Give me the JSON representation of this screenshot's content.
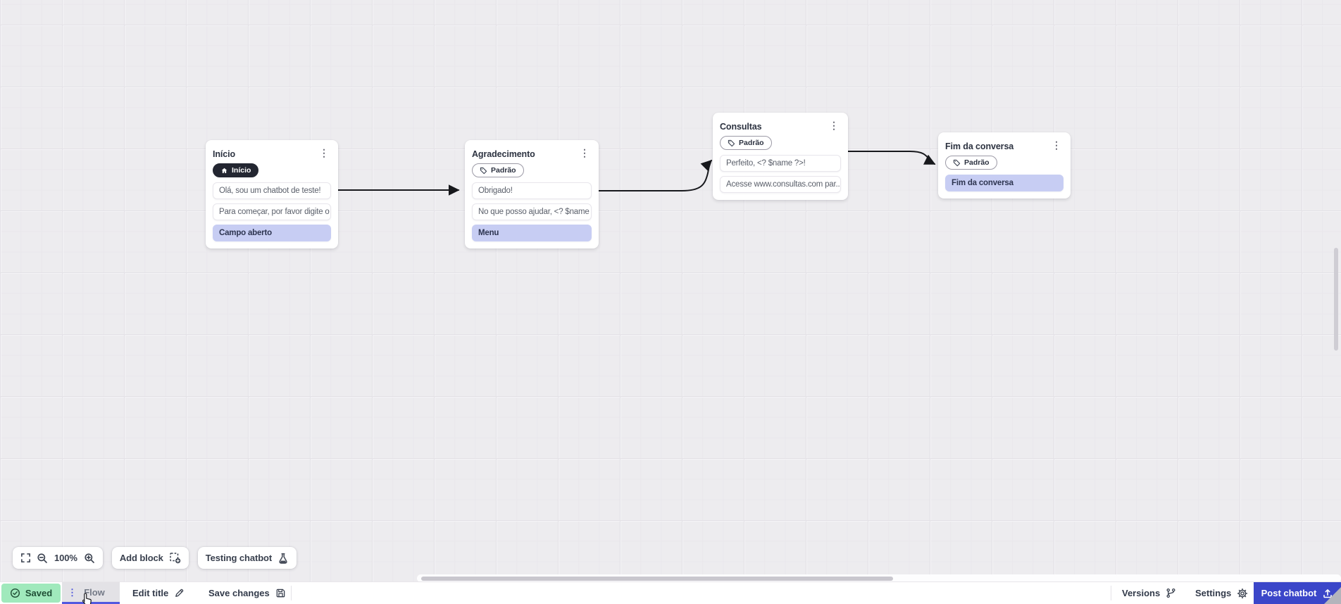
{
  "canvas": {
    "nodes": [
      {
        "title": "Início",
        "badge": {
          "label": "Início",
          "icon": "home-icon",
          "style": "dark"
        },
        "items": [
          {
            "text": "Olá, sou um chatbot de teste!",
            "highlight": false
          },
          {
            "text": "Para começar, por favor digite o ...",
            "highlight": false
          },
          {
            "text": "Campo aberto",
            "highlight": true
          }
        ]
      },
      {
        "title": "Agradecimento",
        "badge": {
          "label": "Padrão",
          "icon": "tag-icon",
          "style": "outline"
        },
        "items": [
          {
            "text": "Obrigado!",
            "highlight": false
          },
          {
            "text": "No que posso ajudar, <? $name ...",
            "highlight": false
          },
          {
            "text": "Menu",
            "highlight": true
          }
        ]
      },
      {
        "title": "Consultas",
        "badge": {
          "label": "Padrão",
          "icon": "tag-icon",
          "style": "outline"
        },
        "items": [
          {
            "text": "Perfeito, <? $name ?>!",
            "highlight": false
          },
          {
            "text": "Acesse www.consultas.com par...",
            "highlight": false
          }
        ]
      },
      {
        "title": "Fim da conversa",
        "badge": {
          "label": "Padrão",
          "icon": "tag-icon",
          "style": "outline"
        },
        "items": [
          {
            "text": "Fim da conversa",
            "highlight": true
          }
        ]
      }
    ]
  },
  "toolbar": {
    "zoom_level": "100%",
    "add_block": "Add block",
    "testing_chatbot": "Testing chatbot"
  },
  "statusbar": {
    "saved": "Saved",
    "flow_tab": "Flow",
    "edit_title": "Edit title",
    "save_changes": "Save changes",
    "versions": "Versions",
    "settings": "Settings",
    "post_chatbot": "Post chatbot"
  },
  "colors": {
    "accent_blue": "#3b46c9",
    "saved_green_bg": "#a0e9bc",
    "highlight_item_bg": "#c7cdf3",
    "flow_tab_underline": "#5259e0",
    "edge_stroke": "#17181c"
  }
}
